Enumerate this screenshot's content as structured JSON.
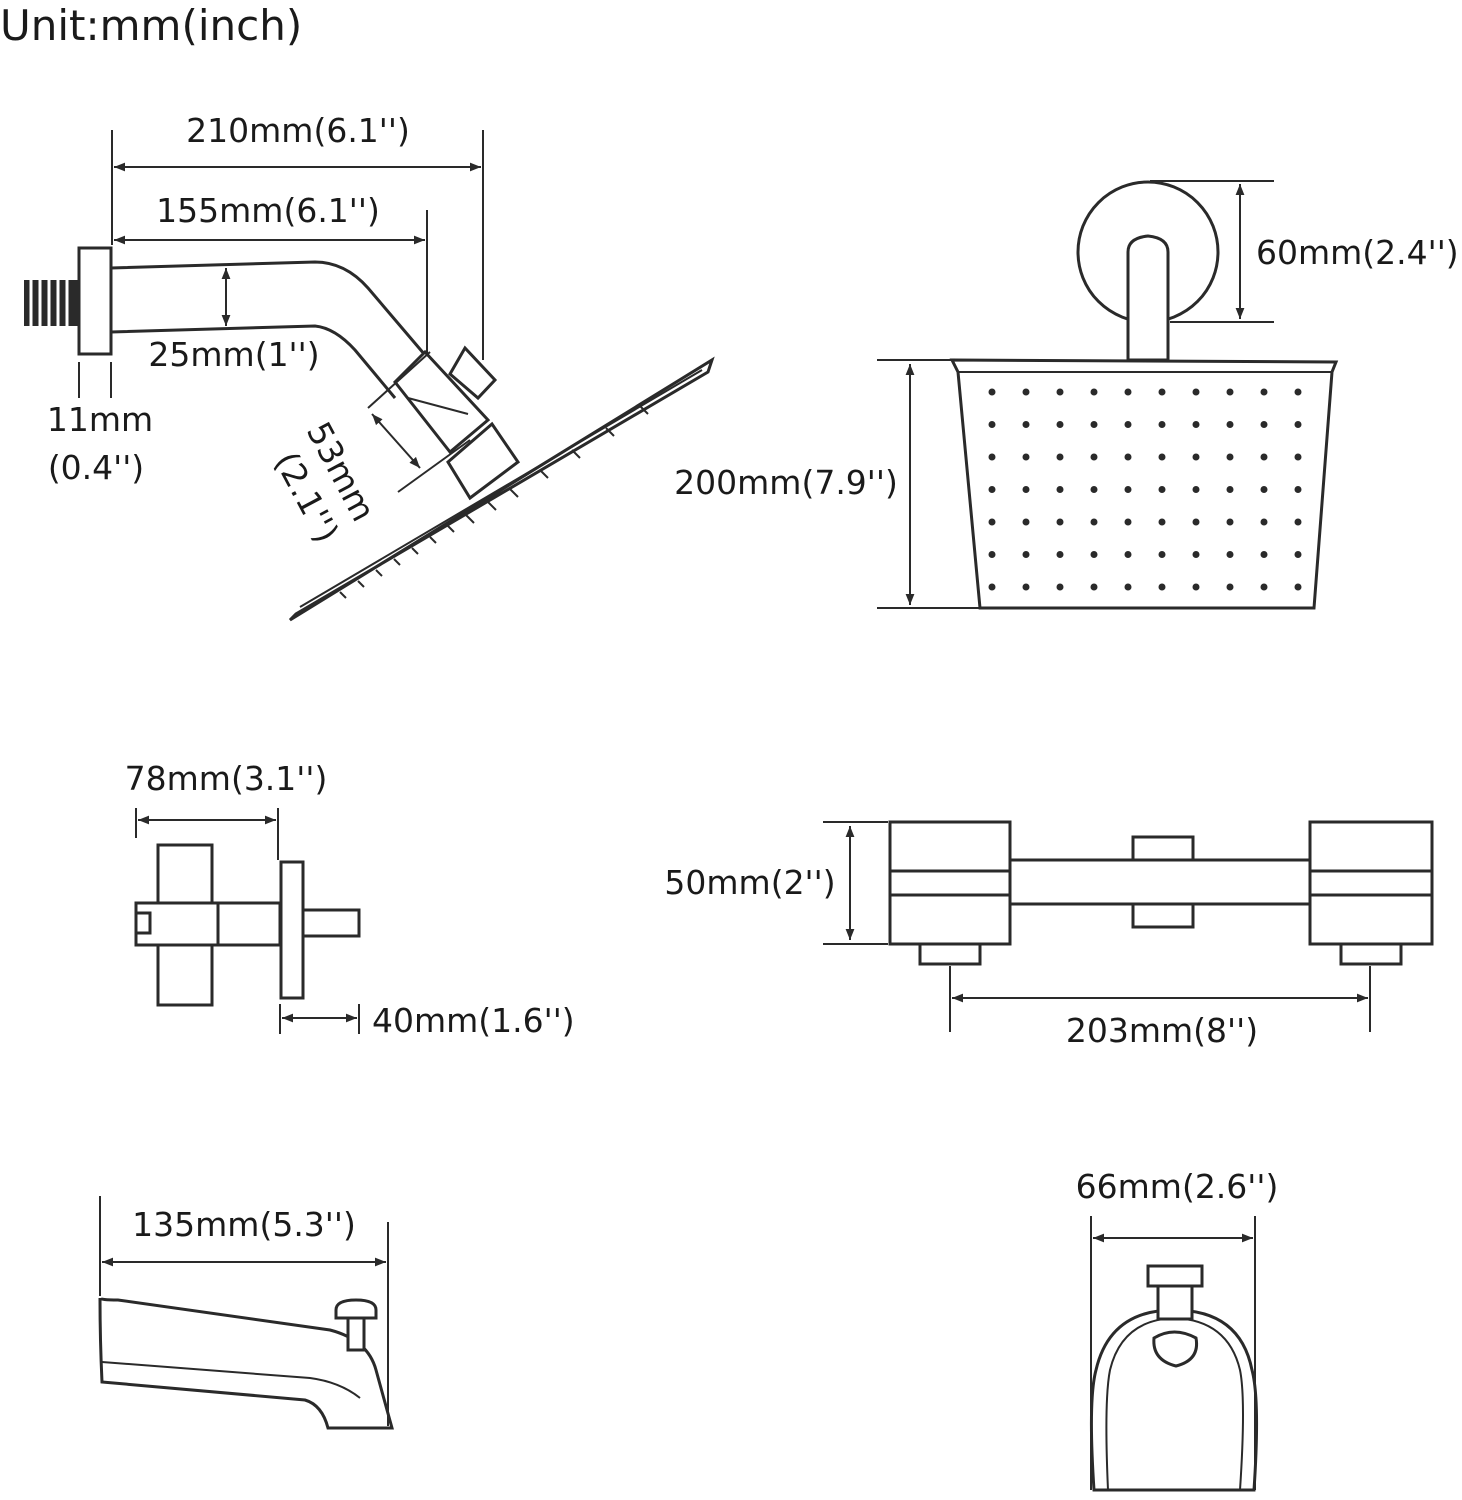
{
  "unit_label": "Unit:mm(inch)",
  "shower_arm": {
    "overall_length": "210mm(6.1'')",
    "arm_length": "155mm(6.1'')",
    "pipe_diameter": "25mm(1'')",
    "flange_thickness_mm": "11mm",
    "flange_thickness_in": "(0.4'')",
    "connector_mm": "53mm",
    "connector_in": "(2.1'')"
  },
  "shower_head_front": {
    "flange_diameter": "60mm(2.4'')",
    "head_size": "200mm(7.9'')"
  },
  "handle": {
    "handle_length": "78mm(3.1'')",
    "stem_length": "40mm(1.6'')"
  },
  "valve": {
    "valve_height": "50mm(2'')",
    "valve_spacing": "203mm(8'')"
  },
  "tub_spout_side": {
    "spout_length": "135mm(5.3'')"
  },
  "tub_spout_front": {
    "spout_width": "66mm(2.6'')"
  }
}
